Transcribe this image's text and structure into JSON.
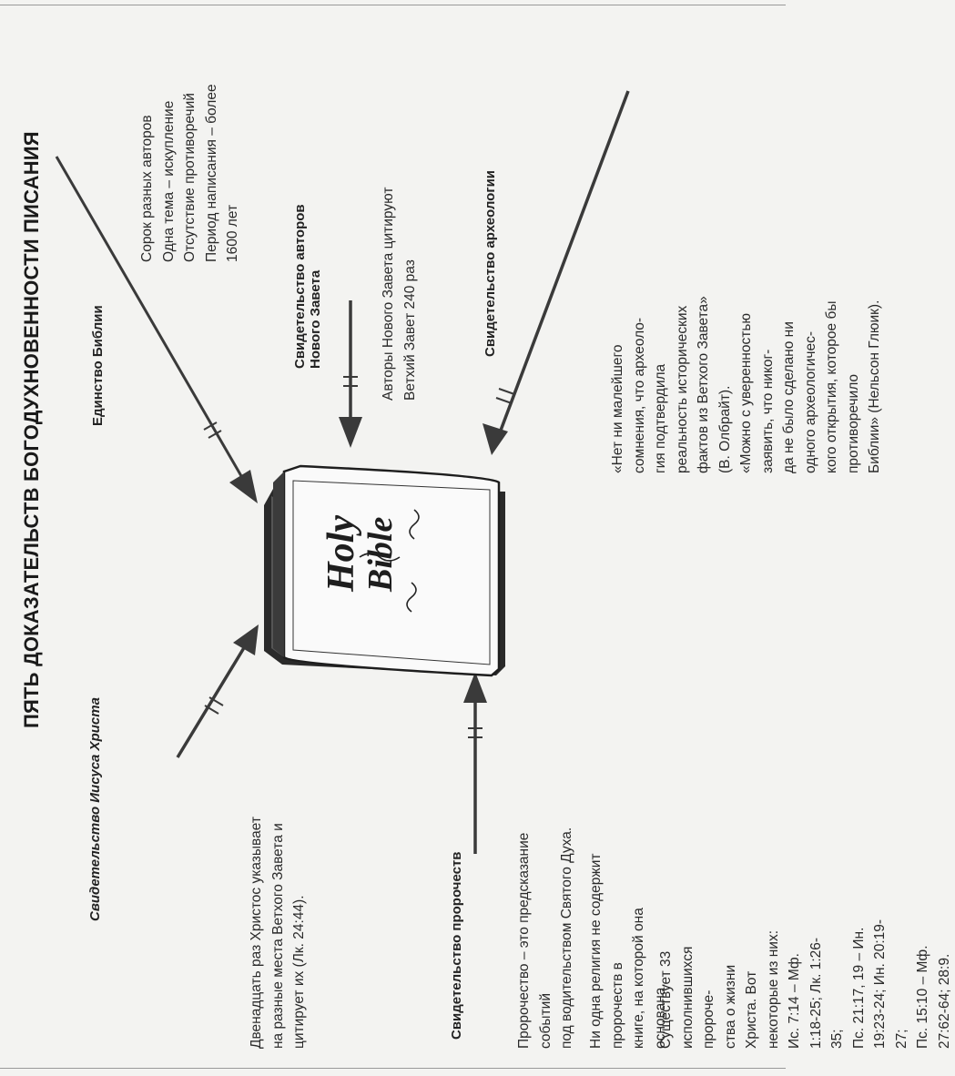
{
  "title": "ПЯТЬ ДОКАЗАТЕЛЬСТВ БОГОДУХНОВЕННОСТИ ПИСАНИЯ",
  "book": {
    "line1": "Holy",
    "line2": "Bible"
  },
  "sections": {
    "unity": {
      "label": "Единство Библии",
      "text": "Сорок разных авторов\nОдна тема – искупление\nОтсутствие противоречий\nПериод написания – более\n1600 лет"
    },
    "nt_authors": {
      "label": "Свидетельство авторов\nНового Завета",
      "text": "Авторы Нового Завета цитируют\nВетхий Завет 240 раз"
    },
    "archaeology": {
      "label": "Свидетельство археологии",
      "text": "«Нет ни малейшего сомнения, что археоло-\nгия подтвердила реальность исторических\nфактов из Ветхого Завета» (В. Олбрайт).\n«Можно с уверенностью заявить, что никог-\nда не было сделано ни одного археологичес-\nкого открытия, которое бы противоречило\nБиблии» (Нельсон Глюик)."
    },
    "jesus": {
      "label": "Свидетельство Иисуса Христа",
      "text": "Двенадцать раз Христос указывает\nна разные места Ветхого Завета и\nцитирует их (Лк. 24:44)."
    },
    "prophecy": {
      "label": "Свидетельство пророчеств",
      "text1": "Пророчество – это предсказание событий\nпод водительством Святого Духа.",
      "text2": "Ни одна религия не содержит пророчеств в\nкниге, на которой она основана.",
      "text3": "Существует 33 исполнившихся пророче-\nства о жизни Христа. Вот некоторые из них:\nИс. 7:14 – Мф. 1:18-25; Лк. 1:26-35;\nПс. 21:17, 19 – Ин. 19:23-24; Ин. 20:19-27;\nПс. 15:10 – Мф. 27:62-64; 28:9."
    }
  },
  "colors": {
    "ink": "#1e1e1e",
    "arrow": "#3a3a3a",
    "paper": "#f3f3f1",
    "book_page": "#fafafa"
  }
}
